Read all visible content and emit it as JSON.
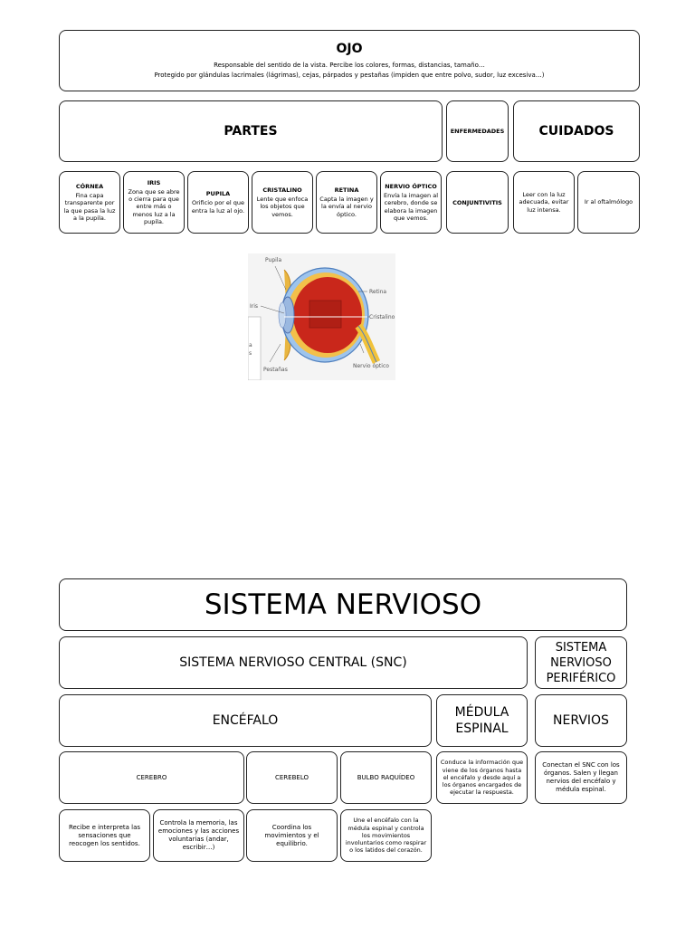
{
  "ojo": {
    "title": "OJO",
    "line1": "Responsable del sentido de la vista. Percibe los colores, formas, distancias, tamaño…",
    "line2": "Protegido por glándulas lacrimales (lágrimas), cejas, párpados y pestañas (impiden que entre polvo, sudor, luz excesiva…)",
    "partes": "PARTES",
    "enfermedades": "ENFERMEDADES",
    "cuidados": "CUIDADOS",
    "parts": [
      {
        "title": "CÓRNEA",
        "text": "Fina capa transparente por la que pasa la luz a la pupila."
      },
      {
        "title": "IRIS",
        "text": "Zona que se abre o cierra para que entre más o menos luz a la pupila."
      },
      {
        "title": "PUPILA",
        "text": "Orificio por el que entra la luz al ojo."
      },
      {
        "title": "CRISTALINO",
        "text": "Lente que enfoca los objetos que vemos."
      },
      {
        "title": "RETINA",
        "text": "Capta la imagen y la envía al nervio óptico."
      },
      {
        "title": "NERVIO ÓPTICO",
        "text": "Envía la imagen al cerebro, donde se elabora la imagen que vemos."
      }
    ],
    "enfermedad_item": "CONJUNTIVITIS",
    "cuidados_items": [
      "Leer con la luz adecuada, evitar luz intensa.",
      "Ir al oftalmólogo"
    ],
    "diagram_labels": {
      "pupila": "Pupila",
      "iris": "Iris",
      "retina": "Retina",
      "cristalino": "Cristalino",
      "pestanas": "Pestañas",
      "nervio": "Nervio óptico",
      "a": "a",
      "s": "s"
    }
  },
  "nervioso": {
    "title": "SISTEMA NERVIOSO",
    "snc": "SISTEMA NERVIOSO CENTRAL (SNC)",
    "snp": "SISTEMA NERVIOSO PERIFÉRICO",
    "encefalo": "ENCÉFALO",
    "medula": "MÉDULA ESPINAL",
    "nervios": "NERVIOS",
    "cerebro": "CEREBRO",
    "cerebelo": "CEREBELO",
    "bulbo": "BULBO RAQUÍDEO",
    "medula_text": "Conduce la información que viene de los órganos hasta el encéfalo y desde aquí a los órganos encargados de ejecutar la respuesta.",
    "nervios_text": "Conectan el SNC con los órganos. Salen y llegan nervios del encéfalo y médula espinal.",
    "cerebro_text1": "Recibe e interpreta las sensaciones que reocogen los sentidos.",
    "cerebro_text2": "Controla la memoria, las emociones y las acciones voluntarias (andar, escribir…)",
    "cerebelo_text": "Coordina los movimientos y el equilibrio.",
    "bulbo_text": "Une el encéfalo con la médula espinal y controla los movimientos involuntarios como respirar o los latidos del corazón."
  },
  "colors": {
    "border": "#222222",
    "iris_red": "#c8261a",
    "eye_white": "#f2d08a",
    "sclera_blue": "#6c9fd8"
  }
}
